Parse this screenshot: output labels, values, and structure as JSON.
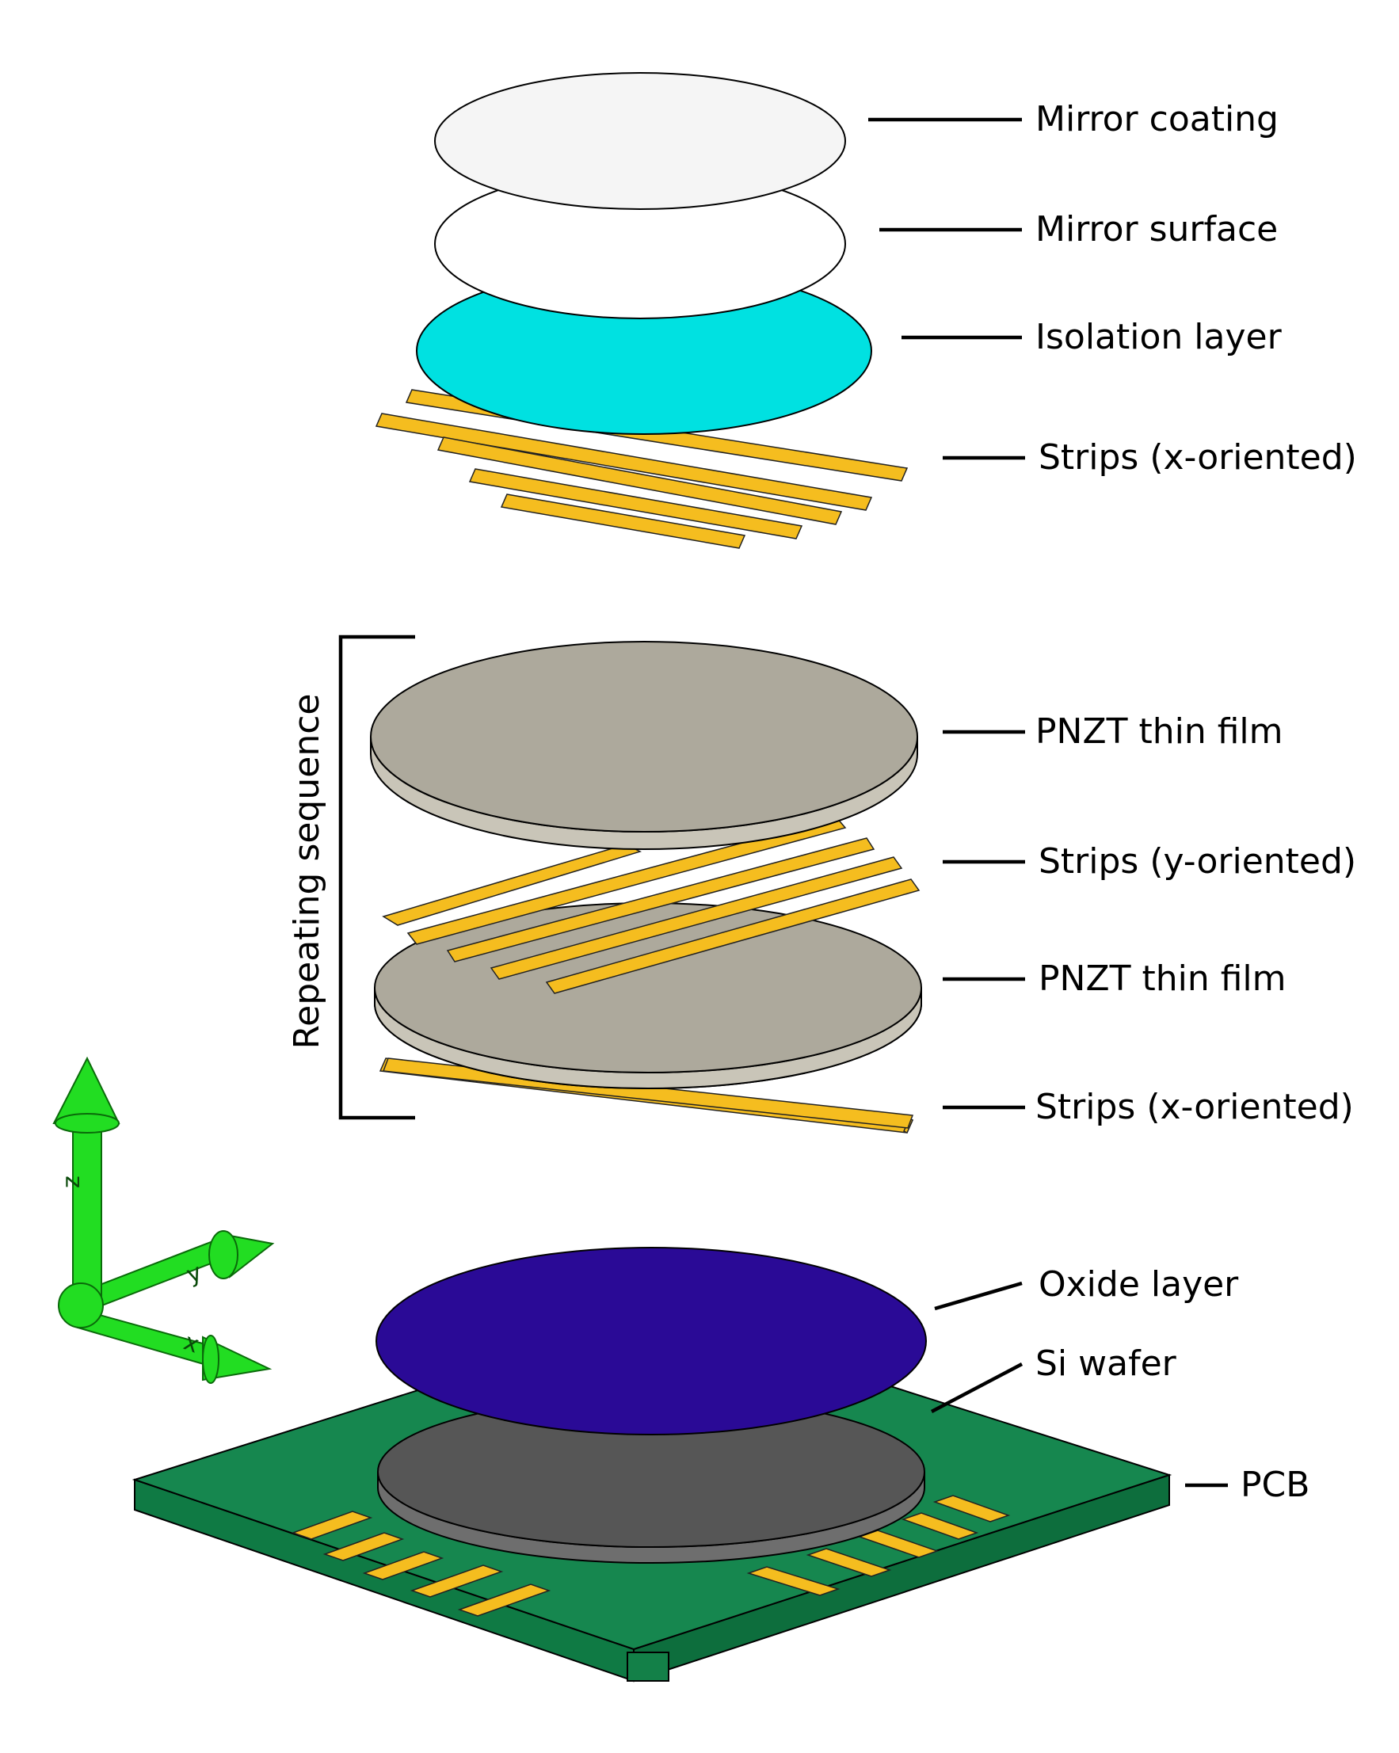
{
  "labels": {
    "mirror_coating": "Mirror coating",
    "mirror_surface": "Mirror surface",
    "isolation_layer": "Isolation layer",
    "strips_x_top": "Strips (x-oriented)",
    "pnzt_upper": "PNZT thin film",
    "strips_y": "Strips (y-oriented)",
    "pnzt_lower": "PNZT thin film",
    "strips_x_bottom": "Strips (x-oriented)",
    "oxide_layer": "Oxide layer",
    "si_wafer": "Si wafer",
    "pcb": "PCB",
    "repeating_sequence": "Repeating sequence"
  },
  "axes": {
    "z": "z",
    "y": "y",
    "x": "x"
  },
  "colors": {
    "mirror_coating": "#f5f5f5",
    "mirror_surface": "#ffffff",
    "isolation_layer": "#00e1e1",
    "strip": "#f5bd1f",
    "pnzt_top": "#ada99c",
    "pnzt_side": "#c9c5b8",
    "oxide": "#2a0a96",
    "si_top": "#565656",
    "si_side": "#6e6e6e",
    "pcb_top": "#16874f",
    "pcb_side": "#0f7a44",
    "axis": "#22dd22"
  }
}
